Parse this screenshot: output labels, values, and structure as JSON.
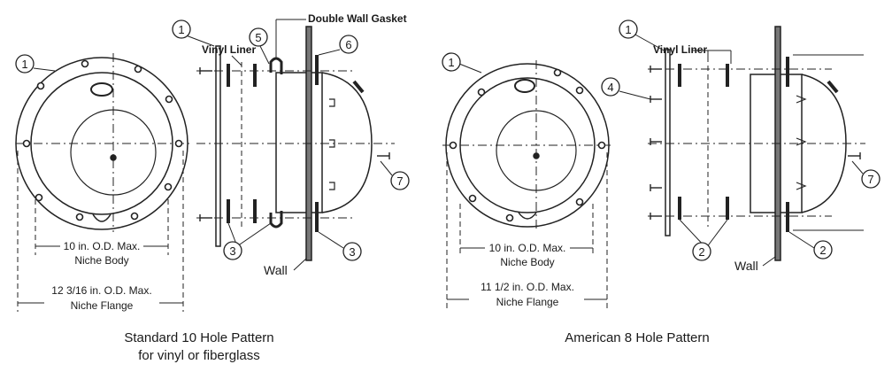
{
  "left": {
    "callouts": {
      "c1": "1",
      "c1b": "1",
      "c5": "5",
      "c6": "6",
      "c7": "7",
      "c3a": "3",
      "c3b": "3"
    },
    "labels": {
      "gasket": "Double Wall Gasket",
      "vinyl_liner": "Vinyl Liner",
      "wall": "Wall",
      "body_dim_line1": "10 in. O.D. Max.",
      "body_dim_line2": "Niche Body",
      "flange_dim_line1": "12 3/16 in. O.D. Max.",
      "flange_dim_line2": "Niche Flange"
    },
    "caption_line1": "Standard 10 Hole Pattern",
    "caption_line2": "for vinyl or fiberglass"
  },
  "right": {
    "callouts": {
      "c1": "1",
      "c1b": "1",
      "c4": "4",
      "c7": "7",
      "c2a": "2",
      "c2b": "2"
    },
    "labels": {
      "vinyl_liner": "Vinyl Liner",
      "wall": "Wall",
      "body_dim_line1": "10 in. O.D. Max.",
      "body_dim_line2": "Niche Body",
      "flange_dim_line1": "11 1/2 in. O.D. Max.",
      "flange_dim_line2": "Niche Flange"
    },
    "caption_line1": "American 8 Hole Pattern"
  }
}
